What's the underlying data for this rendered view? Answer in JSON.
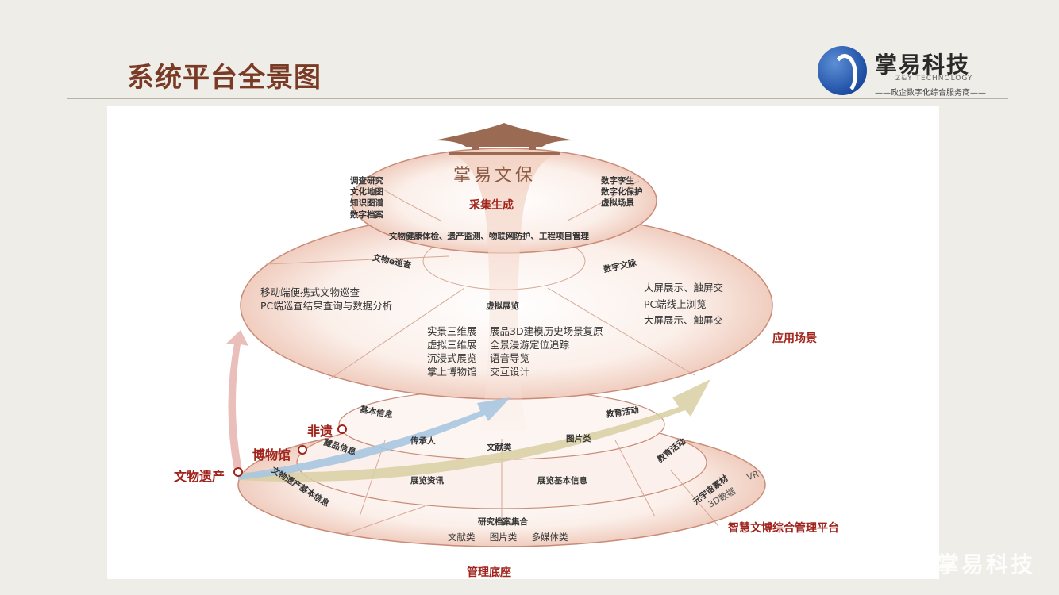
{
  "header": {
    "title": "系统平台全景图",
    "logo_name": "掌易科技",
    "logo_en": "Z&Y TECHNOLOGY",
    "logo_slogan": "——政企数字化综合服务商——",
    "watermark": "掌易科技"
  },
  "diagram": {
    "top_symbol_text": "掌易文保",
    "top_layer": {
      "title": "采集生成",
      "left_list": [
        "调查研究",
        "文化地图",
        "知识图谱",
        "数字档案"
      ],
      "right_list": [
        "数字孪生",
        "数字化保护",
        "虚拟场景"
      ],
      "bottom_text": "文物健康体检、遗产监测、物联网防护、工程项目管理"
    },
    "middle_layer": {
      "title": "应用场景",
      "left_title": "文物e巡查",
      "left_items": [
        "移动端便携式文物巡查",
        "PC端巡查结果查询与数据分析"
      ],
      "right_title": "数字文脉",
      "right_items": [
        "大屏展示、触屏交",
        "PC端线上浏览",
        "大屏展示、触屏交"
      ],
      "center_title": "虚拟展览",
      "center_left": [
        "实景三维展",
        "虚拟三维展",
        "沉浸式展览",
        "掌上博物馆"
      ],
      "center_right": [
        "展品3D建模历史场景复原",
        "全景漫游定位追踪",
        "语音导览",
        "交互设计"
      ]
    },
    "bottom_layer": {
      "title": "管理底座",
      "platform": "智慧文博综合管理平台",
      "inputs": [
        "非遗",
        "博物馆",
        "文物遗产"
      ],
      "inner_ring": [
        "基本信息",
        "传承人",
        "文献类",
        "图片类",
        "教育活动"
      ],
      "middle_ring": [
        "藏品信息",
        "展览资讯",
        "展览基本信息",
        "教育活动",
        "元宇宙素材"
      ],
      "meta_items": [
        "3D数据",
        "VR"
      ],
      "outer_ring_left": "文物遗产基本信息",
      "outer_center_title": "研究档案集合",
      "outer_center_items": [
        "文献类",
        "图片类",
        "多媒体类"
      ]
    }
  },
  "colors": {
    "title": "#7a3b26",
    "accent_red": "#a0231c",
    "ring_fill": "#f6e3da",
    "ring_stroke": "#c98b78",
    "arrow_olive": "#d8cfa3",
    "arrow_blue": "#a7c6e0",
    "arrow_pink": "#e8b7b2"
  }
}
